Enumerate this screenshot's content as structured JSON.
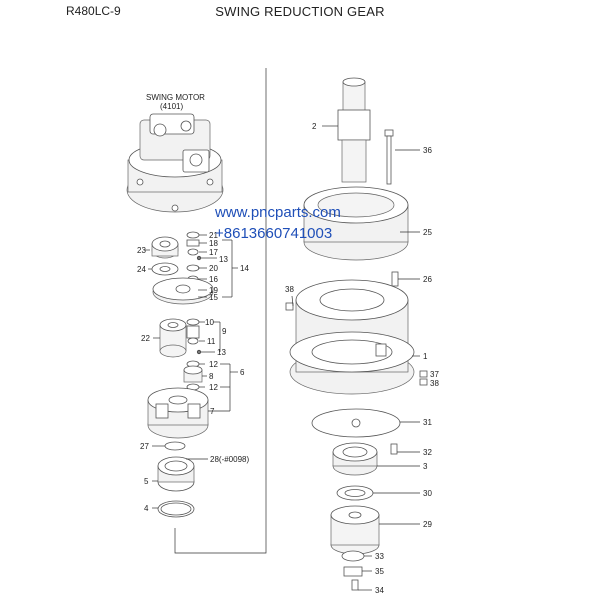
{
  "header": {
    "model": "R480LC-9",
    "title": "SWING REDUCTION GEAR"
  },
  "swing_motor": {
    "name": "SWING MOTOR",
    "code": "(4101)"
  },
  "watermark": {
    "line1": "www.pncparts.com",
    "line2": "+8613660741003",
    "color": "#1f4fb8"
  },
  "callouts": {
    "p2": "2",
    "p36": "36",
    "p25": "25",
    "p26": "26",
    "p38a": "38",
    "p1": "1",
    "p37": "37",
    "p38b": "38",
    "p31": "31",
    "p32": "32",
    "p3": "3",
    "p30": "30",
    "p29": "29",
    "p33": "33",
    "p35": "35",
    "p34": "34",
    "p21": "21",
    "p18": "18",
    "p23": "23",
    "p17": "17",
    "p13a": "13",
    "p24": "24",
    "p20": "20",
    "p14": "14",
    "p16": "16",
    "p19": "19",
    "p15": "15",
    "p10": "10",
    "p9": "9",
    "p22": "22",
    "p11": "11",
    "p13b": "13",
    "p12a": "12",
    "p8": "8",
    "p6": "6",
    "p12b": "12",
    "p7": "7",
    "p27": "27",
    "p28": "28(-#0098)",
    "p5": "5",
    "p4": "4"
  }
}
